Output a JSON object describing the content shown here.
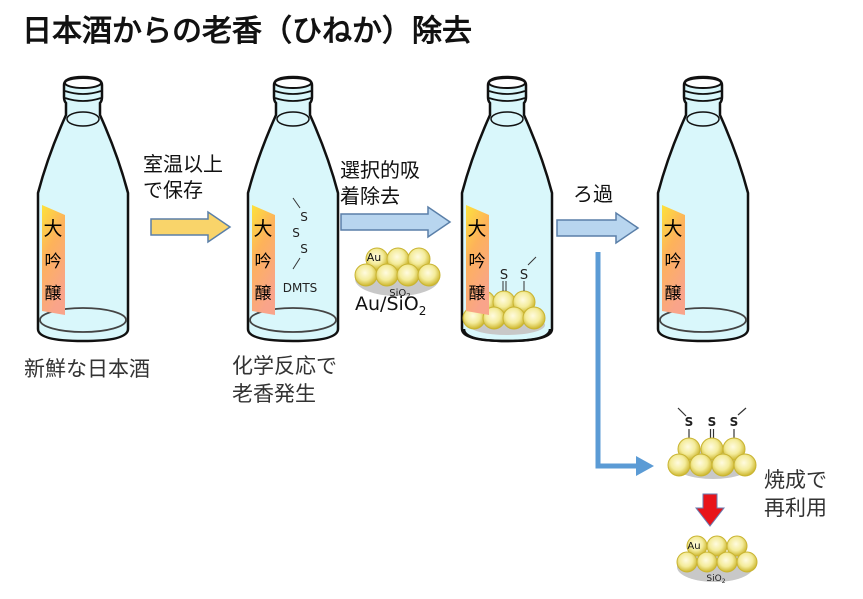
{
  "title": "日本酒からの老香（ひねか）除去",
  "bottle_label": [
    "大",
    "吟",
    "醸"
  ],
  "steps": [
    {
      "caption_lines": [
        "新鮮な日本酒"
      ]
    },
    {
      "caption_lines": [
        "化学反応で",
        "老香発生"
      ],
      "molecule": {
        "atoms": [
          "S",
          "S",
          "S"
        ],
        "name": "DMTS"
      }
    },
    {
      "caption_lines": [],
      "adsorbed_atoms": [
        "S",
        "S",
        "S"
      ]
    },
    {
      "caption_lines": []
    }
  ],
  "arrows": [
    {
      "label_lines": [
        "室温以上",
        "で保存"
      ],
      "color": "#f9d46a"
    },
    {
      "label_lines": [
        "選択的吸",
        "着除去"
      ],
      "color": "#b8d5ef"
    },
    {
      "label_lines": [
        "ろ過"
      ],
      "color": "#b8d5ef"
    }
  ],
  "catalyst": {
    "metal": "Au",
    "support": "SiO",
    "support_sub": "2",
    "formula_main": "Au/SiO",
    "formula_sub": "2"
  },
  "recycle": {
    "label_lines": [
      "焼成で",
      "再利用"
    ],
    "adsorbed_atoms": [
      "S",
      "S",
      "S"
    ],
    "arrow_color": "#e8141a",
    "branch_color": "#5b9bd5"
  },
  "colors": {
    "liquid": "#d9f7fb",
    "gold": "#e6d86a",
    "support": "#c8c8c8"
  }
}
